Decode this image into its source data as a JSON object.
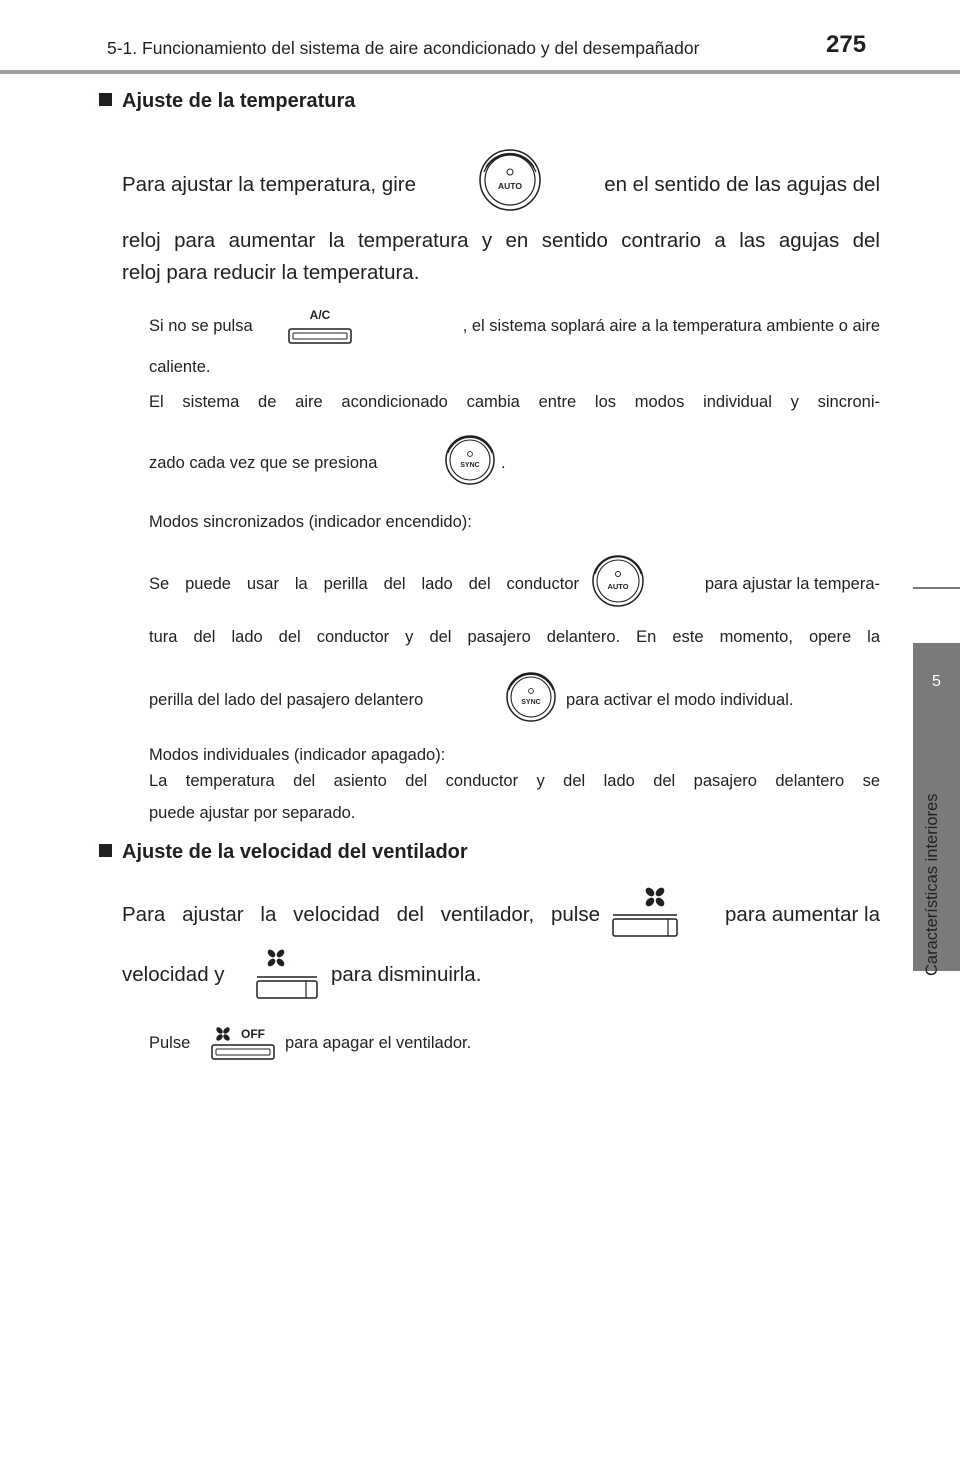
{
  "header": {
    "title": "5-1. Funcionamiento del sistema de aire acondicionado y del desempañador",
    "page_number": "275"
  },
  "side_tab": {
    "chapter_number": "5",
    "chapter_label": "Características interiores"
  },
  "sections": {
    "temperature": {
      "heading": "Ajuste de la temperatura",
      "para_line1_a": "Para  ajustar  la  temperatura,  gire",
      "para_line1_b": "en  el  sentido  de  las  agujas  del",
      "para_line2": "reloj para aumentar la temperatura y en sentido contrario a las agujas del",
      "para_line3": "reloj para reducir la temperatura.",
      "note1_a": "Si no se pulsa",
      "note1_b": ", el sistema soplará aire a la temperatura ambiente o aire",
      "note1_c": "caliente.",
      "note2_a": "El sistema de aire acondicionado cambia entre los modos individual y sincroni-",
      "note2_b": "zado cada vez que se presiona",
      "note2_c": ".",
      "note3": "Modos sincronizados (indicador encendido):",
      "note4_a": "Se puede usar la perilla del lado del conductor",
      "note4_b": "para ajustar la tempera-",
      "note4_c": "tura del lado del conductor y del pasajero delantero. En este momento, opere la",
      "note4_d": "perilla del lado del pasajero delantero",
      "note4_e": "para activar el modo individual.",
      "note5": "Modos individuales (indicador apagado):",
      "note6_a": "La temperatura del asiento del conductor y del lado del pasajero delantero se",
      "note6_b": "puede ajustar por separado."
    },
    "fan": {
      "heading": "Ajuste de la velocidad del ventilador",
      "para_line1_a": "Para  ajustar  la  velocidad  del  ventilador,  pulse",
      "para_line1_b": "para  aumentar  la",
      "para_line2_a": "velocidad y",
      "para_line2_b": "para disminuirla.",
      "note_a": "Pulse",
      "note_b": "para apagar el ventilador."
    }
  },
  "icons": {
    "auto_knob": "AUTO",
    "sync_knob": "SYNC",
    "ac_button": "A/C",
    "fan_off_button": "OFF"
  },
  "colors": {
    "text": "#231f20",
    "header_rule": "#9d9d9d",
    "side_tab": "#7a7a7a"
  }
}
